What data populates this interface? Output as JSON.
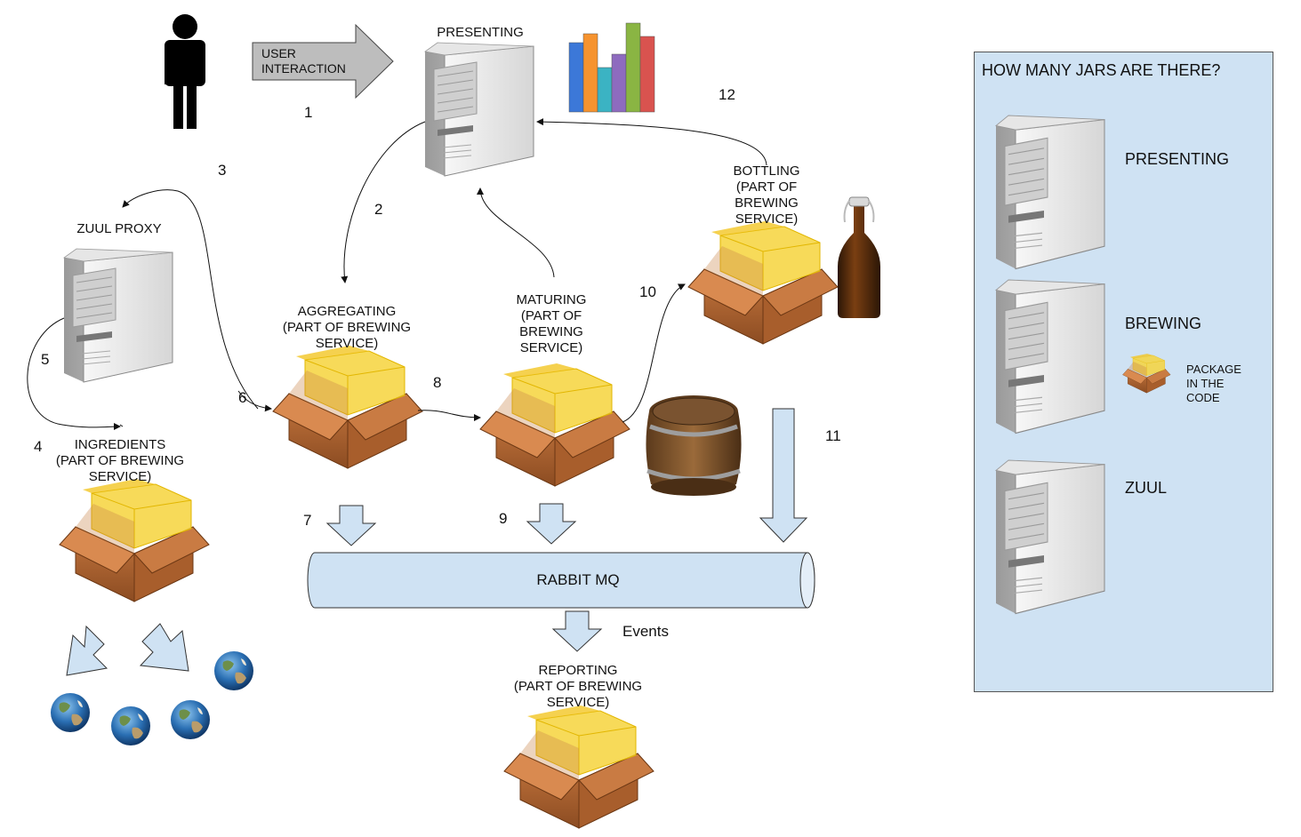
{
  "user": {
    "interaction_label": "USER\nINTERACTION"
  },
  "nodes": {
    "presenting": "PRESENTING",
    "zuul_proxy": "ZUUL PROXY",
    "aggregating": "AGGREGATING\n(PART OF BREWING\nSERVICE)",
    "maturing": "MATURING\n(PART OF\nBREWING\nSERVICE)",
    "bottling": "BOTTLING\n(PART OF\nBREWING\nSERVICE)",
    "ingredients": "INGREDIENTS\n(PART OF BREWING\nSERVICE)",
    "reporting": "REPORTING\n(PART OF BREWING\nSERVICE)",
    "rabbit_mq": "RABBIT MQ",
    "events": "Events"
  },
  "steps": [
    "1",
    "2",
    "3",
    "4",
    "5",
    "6",
    "7",
    "8",
    "9",
    "10",
    "11",
    "12"
  ],
  "legend": {
    "title": "HOW MANY JARS ARE THERE?",
    "items": [
      "PRESENTING",
      "BREWING",
      "ZUUL"
    ],
    "package_note": "PACKAGE\nIN THE\nCODE"
  },
  "bar_colors": [
    "#3c78d8",
    "#f6932f",
    "#3bb3c3",
    "#8e6bbf",
    "#8ab543",
    "#d9534f"
  ],
  "bar_values": [
    0.78,
    0.88,
    0.5,
    0.65,
    1.0,
    0.85
  ],
  "colors": {
    "panel_bg": "#cfe2f3",
    "flow_arrow": "#cfe2f3",
    "user_arrow": "#bdbdbd"
  }
}
